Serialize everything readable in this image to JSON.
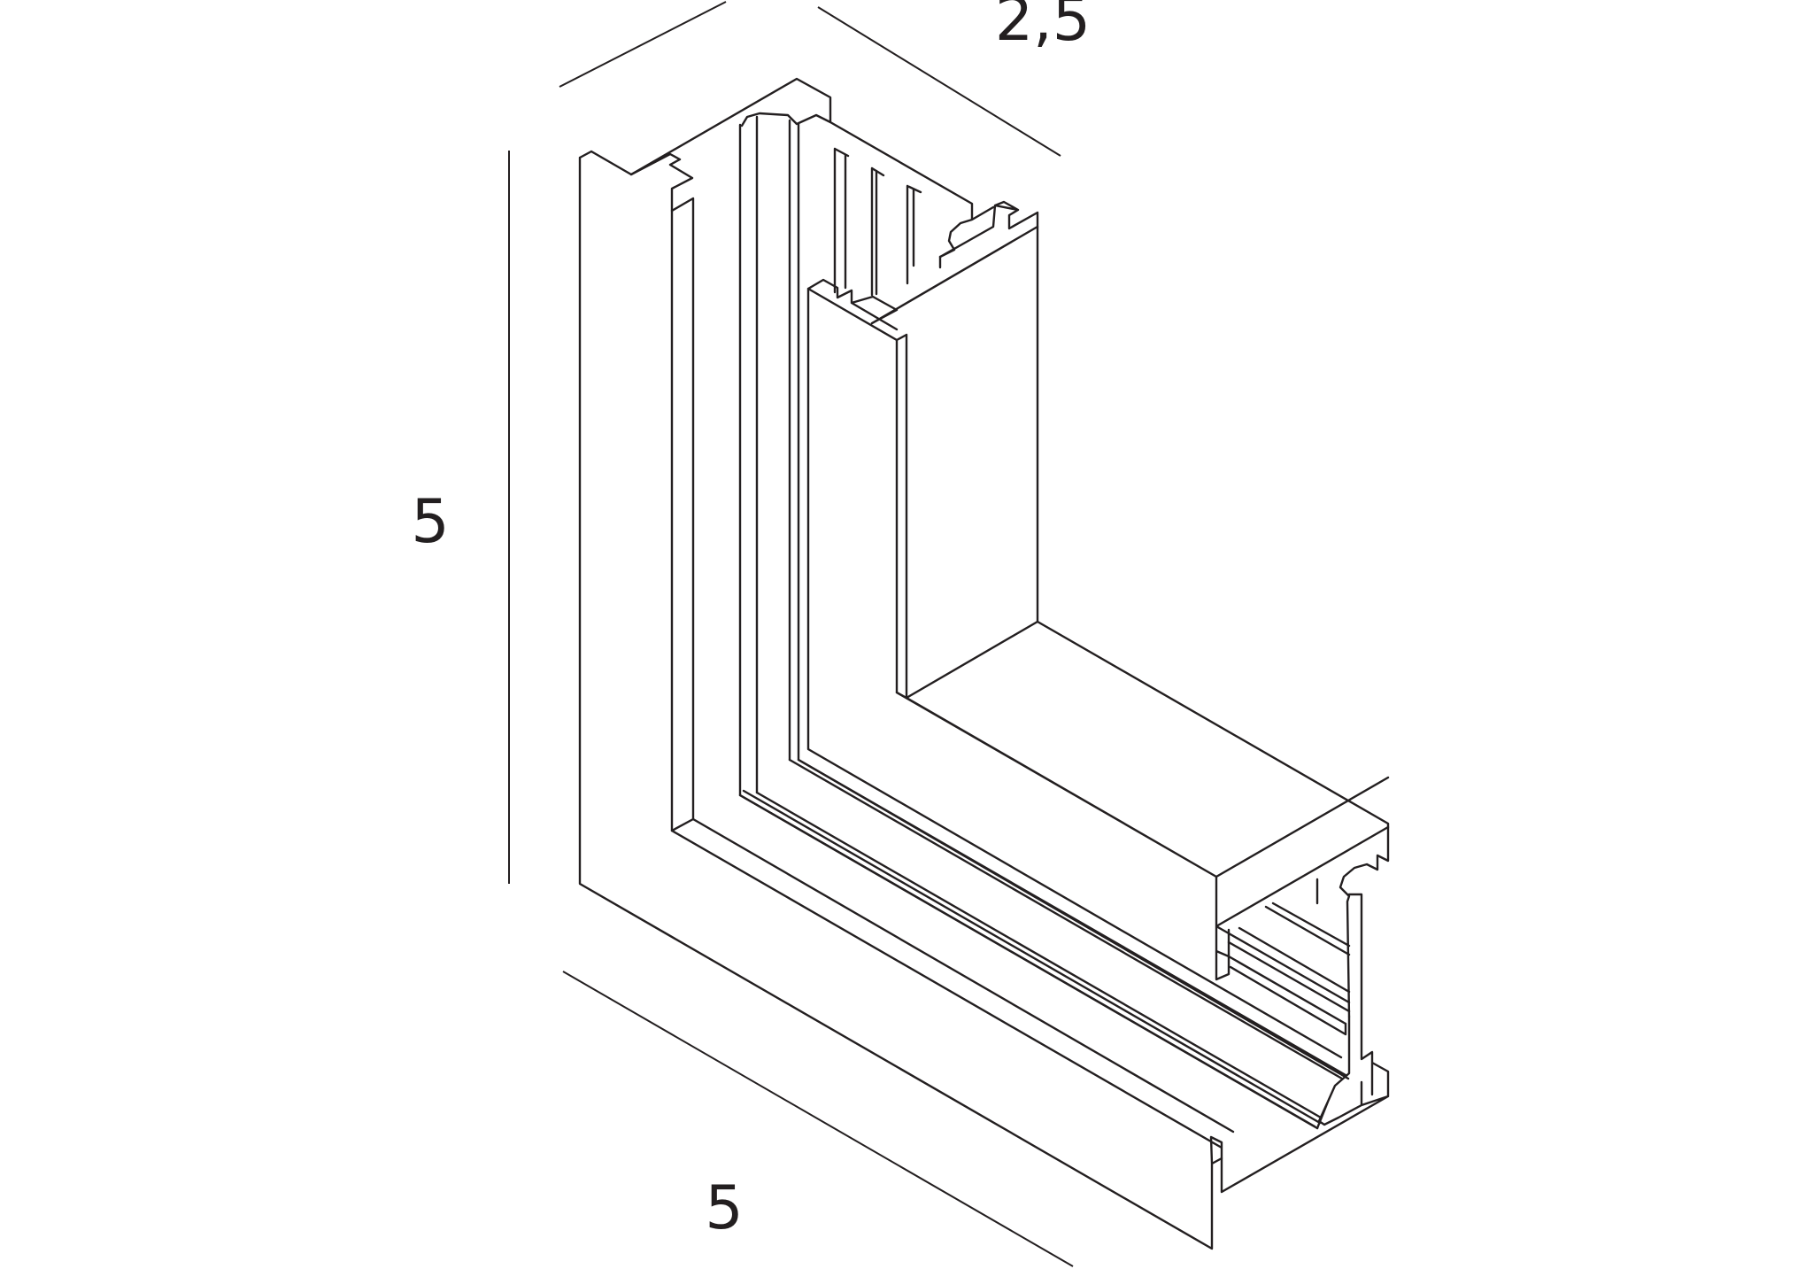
{
  "drawing": {
    "subject": "corner-connector-profile",
    "dimensions": {
      "depth": "2,5",
      "height": "5",
      "width": "5"
    },
    "colors": {
      "line": "#231f20",
      "background": "#ffffff"
    }
  }
}
